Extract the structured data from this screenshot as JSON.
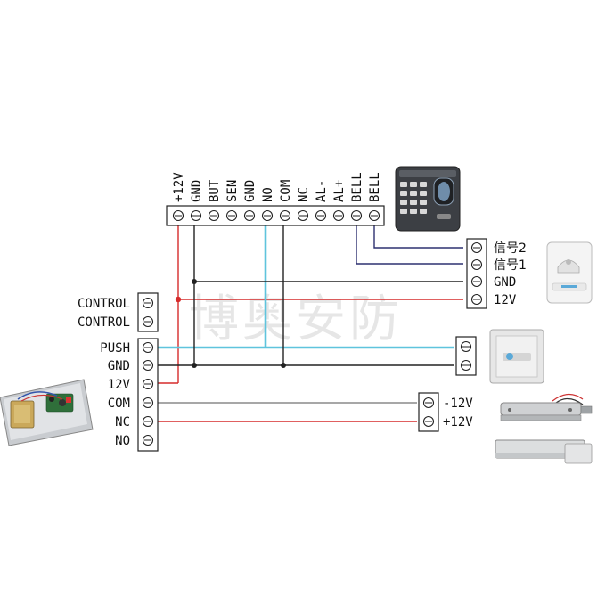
{
  "top_terminal": {
    "labels": [
      "+12V",
      "GND",
      "BUT",
      "SEN",
      "GND",
      "NO",
      "COM",
      "NC",
      "AL-",
      "AL+",
      "BELL",
      "BELL"
    ]
  },
  "power_supply": {
    "left_labels": [
      "CONTROL",
      "CONTROL",
      "PUSH",
      "GND",
      "12V",
      "COM",
      "NC",
      "NO"
    ]
  },
  "doorbell": {
    "labels": [
      "信号2",
      "信号1",
      "GND",
      "12V"
    ]
  },
  "lock": {
    "labels": [
      "-12V",
      "+12V"
    ]
  },
  "watermark": "博奥安防",
  "colors": {
    "red_wire": "#d62c2c",
    "cyan_wire": "#5fc4dd",
    "black_wire": "#222222",
    "gray_wire": "#8a8a8a",
    "navy_wire": "#2d3070"
  },
  "icons": [
    "fingerprint-reader-icon",
    "doorbell-icon",
    "exit-button-icon",
    "power-supply-icon",
    "electric-bolt-lock-icon",
    "magnetic-lock-icon"
  ]
}
